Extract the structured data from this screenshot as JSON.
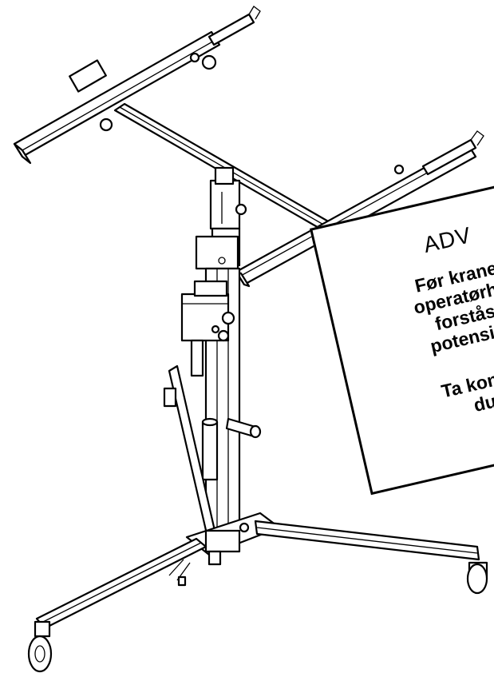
{
  "warning": {
    "title": "ADV",
    "lines": [
      "Før krane",
      "operatørhå",
      "forstås",
      "potensiel",
      "Ta kontal",
      "du"
    ]
  },
  "colors": {
    "ink": "#000000",
    "paper": "#ffffff"
  },
  "icons": [
    "drywall-lift-illustration",
    "caster-wheel-icon"
  ]
}
